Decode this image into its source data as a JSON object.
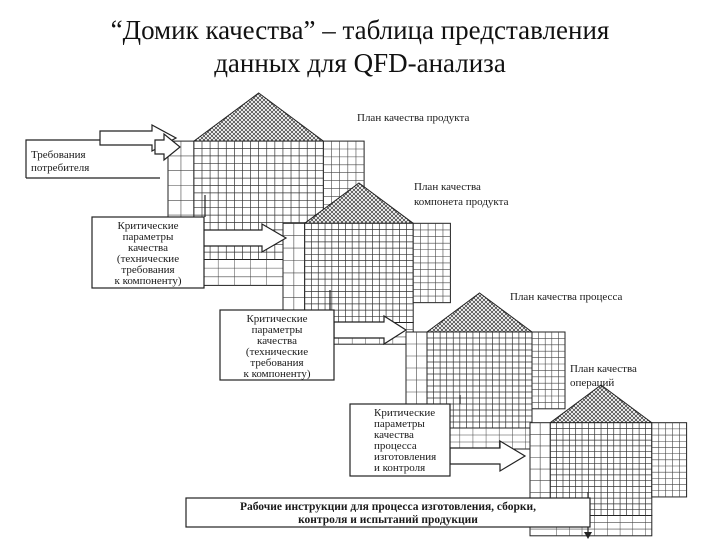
{
  "slide": {
    "title_line1": "“Домик качества” – таблица представления",
    "title_line2": "данных для QFD-анализа"
  },
  "labels": {
    "plan1": [
      "План качества продукта"
    ],
    "plan2": [
      "План качества",
      "компонета продукта"
    ],
    "plan3": [
      "План качества процесса"
    ],
    "plan4": [
      "План качества",
      "операций"
    ],
    "box1": [
      "Требования",
      "потребителя"
    ],
    "box2": [
      "Критические",
      "параметры",
      "качества",
      "(технические",
      "требования",
      "к компоненту)"
    ],
    "box3": [
      "Критические",
      "параметры",
      "качества",
      "(технические",
      "требования",
      "к компоненту)"
    ],
    "box4": [
      "Критические",
      "параметры",
      "качества",
      "процесса",
      "изготовления",
      "и контроля"
    ],
    "box5": [
      "Рабочие инструкции для процесса изготовления, сборки,",
      "контроля и испытаний продукции"
    ]
  }
}
